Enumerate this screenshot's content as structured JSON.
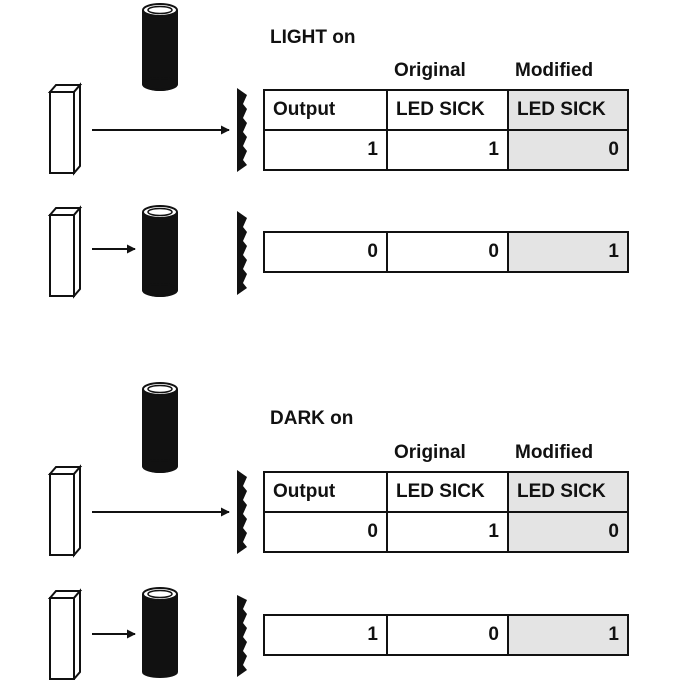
{
  "sections": [
    {
      "title": "LIGHT on",
      "col_labels": {
        "original": "Original",
        "modified": "Modified"
      },
      "headers": {
        "output": "Output",
        "original": "LED SICK",
        "modified": "LED SICK"
      },
      "rows": [
        {
          "output": "1",
          "original": "1",
          "modified": "0"
        },
        {
          "output": "0",
          "original": "0",
          "modified": "1"
        }
      ]
    },
    {
      "title": "DARK on",
      "col_labels": {
        "original": "Original",
        "modified": "Modified"
      },
      "headers": {
        "output": "Output",
        "original": "LED SICK",
        "modified": "LED SICK"
      },
      "rows": [
        {
          "output": "0",
          "original": "1",
          "modified": "0"
        },
        {
          "output": "1",
          "original": "0",
          "modified": "1"
        }
      ]
    }
  ]
}
